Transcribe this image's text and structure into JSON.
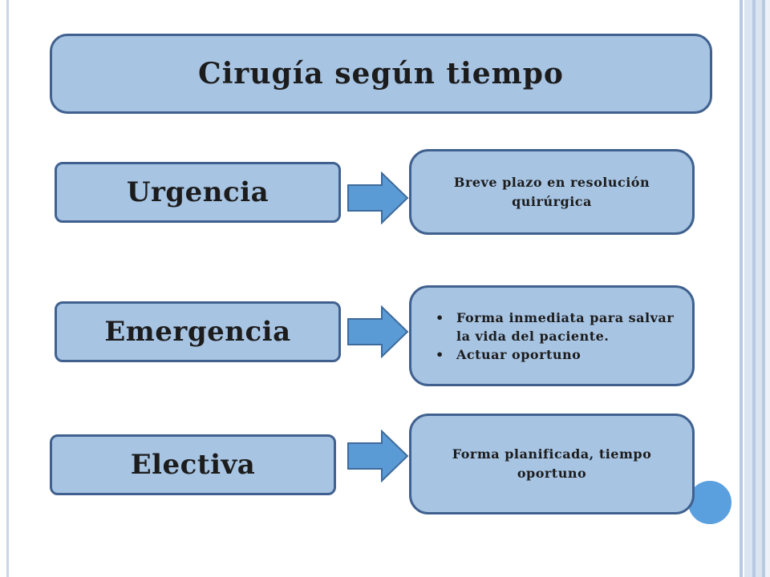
{
  "title": "Cirugía según tiempo",
  "rows": [
    {
      "label": "Urgencia",
      "description": "Breve plazo en resolución quirúrgica"
    },
    {
      "label": "Emergencia",
      "bullets": [
        "Forma inmediata para salvar la vida del paciente.",
        "Actuar oportuno"
      ]
    },
    {
      "label": "Electiva",
      "description": "Forma planificada, tiempo oportuno"
    }
  ],
  "colors": {
    "box_fill": "#a7c4e3",
    "box_border": "#40618f",
    "arrow_fill": "#5b9bd5",
    "arrow_stroke": "#3d6a9c",
    "accent_circle": "#5aa0df"
  }
}
